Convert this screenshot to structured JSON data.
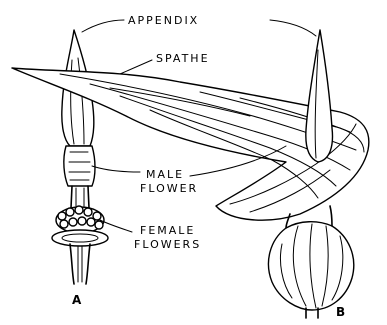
{
  "labels": {
    "appendix": "APPENDIX",
    "spathe": "SPATHE",
    "male_flower_line1": "MALE",
    "male_flower_line2": "FLOWER",
    "female_flowers_line1": "FEMALE",
    "female_flowers_line2": "FLOWERS",
    "panel_a": "A",
    "panel_b": "B"
  }
}
